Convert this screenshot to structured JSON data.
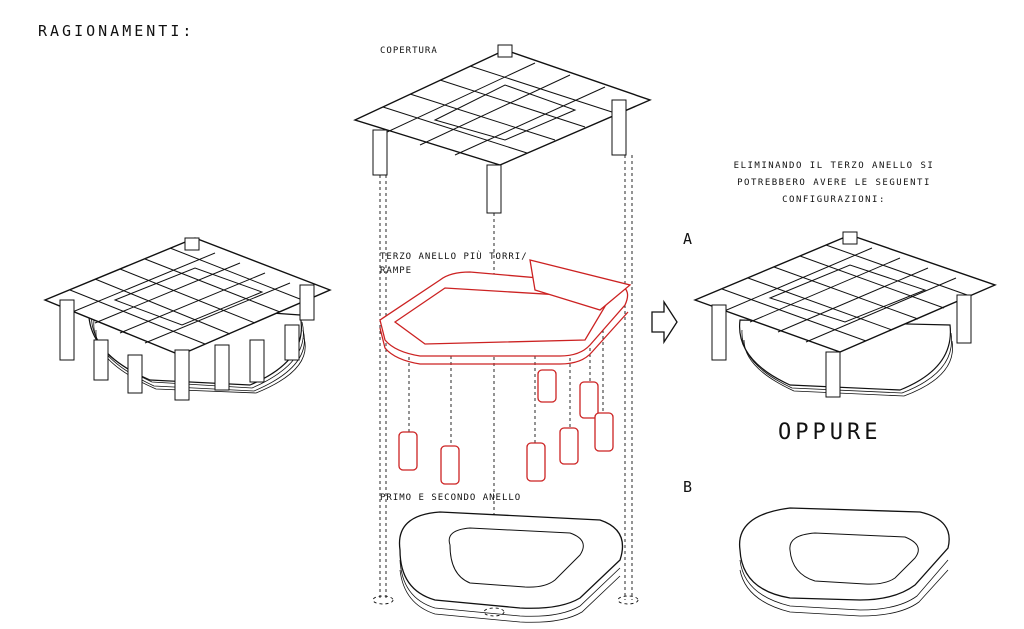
{
  "labels": {
    "title": "RAGIONAMENTI:",
    "copertura": "COPERTURA",
    "terzo_line1": "TERZO ANELLO PIÙ TORRI/",
    "terzo_line2": "RAMPE",
    "primo_secondo": "PRIMO E SECONDO ANELLO",
    "eliminando": "ELIMINANDO IL TERZO ANELLO SI POTREBBERO AVERE LE SEGUENTI CONFIGURAZIONI:",
    "option_a": "A",
    "option_b": "B",
    "oppure": "OPPURE"
  },
  "icons": [
    "right-arrow-icon"
  ],
  "colors": {
    "ink": "#111111",
    "highlight": "#cc2222",
    "paper": "#ffffff"
  }
}
